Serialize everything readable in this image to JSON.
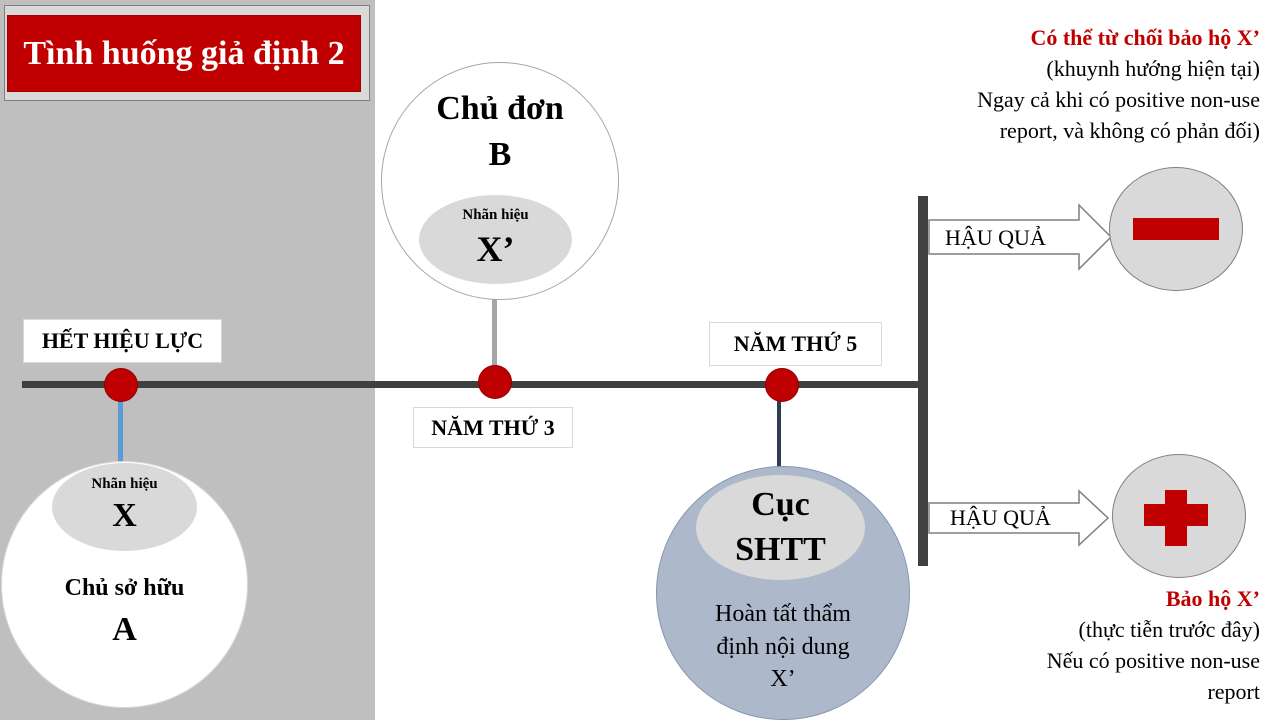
{
  "title": "Tình huống giả định 2",
  "timeline": {
    "expired_label": "HẾT HIỆU LỰC",
    "year3_label": "NĂM THỨ 3",
    "year5_label": "NĂM THỨ 5"
  },
  "owner_a": {
    "mark_label": "Nhãn hiệu",
    "mark": "X",
    "role": "Chủ sở hữu",
    "name": "A"
  },
  "applicant_b": {
    "role_line1": "Chủ đơn",
    "role_line2": "B",
    "mark_label": "Nhãn hiệu",
    "mark": "X’"
  },
  "ip_office": {
    "name_line1": "Cục",
    "name_line2": "SHTT",
    "desc_line1": "Hoàn tất thẩm",
    "desc_line2": "định nội dung",
    "desc_line3": "X’"
  },
  "consequences": {
    "arrow_label": "HẬU QUẢ",
    "negative": {
      "icon": "minus-icon",
      "heading": "Có thể từ chối bảo hộ X’",
      "line1": "(khuynh hướng hiện tại)",
      "line2": "Ngay cả khi có positive non-use",
      "line3": "report, và không có phản đối)"
    },
    "positive": {
      "icon": "plus-icon",
      "heading": "Bảo hộ X’",
      "line1": "(thực tiễn trước đây)",
      "line2": "Nếu có positive non-use",
      "line3": "report"
    }
  },
  "colors": {
    "accent_red": "#c00000",
    "timeline": "#404040",
    "ip_office_fill": "#adb9ca",
    "panel_gray": "#bfbfbf"
  }
}
